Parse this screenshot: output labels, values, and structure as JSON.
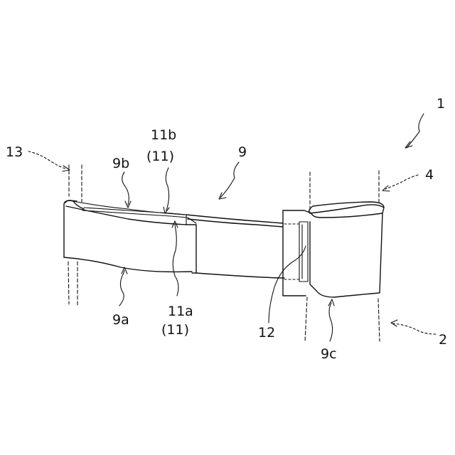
{
  "labels": {
    "ref_1": "1",
    "ref_2": "2",
    "ref_4": "4",
    "ref_9": "9",
    "ref_9a": "9a",
    "ref_9b": "9b",
    "ref_9c": "9c",
    "ref_11a": "11a",
    "ref_11a_paren": "(11)",
    "ref_11b": "11b",
    "ref_11b_paren": "(11)",
    "ref_12": "12",
    "ref_13": "13"
  },
  "colors": {
    "line": "#111111",
    "background": "#ffffff"
  }
}
